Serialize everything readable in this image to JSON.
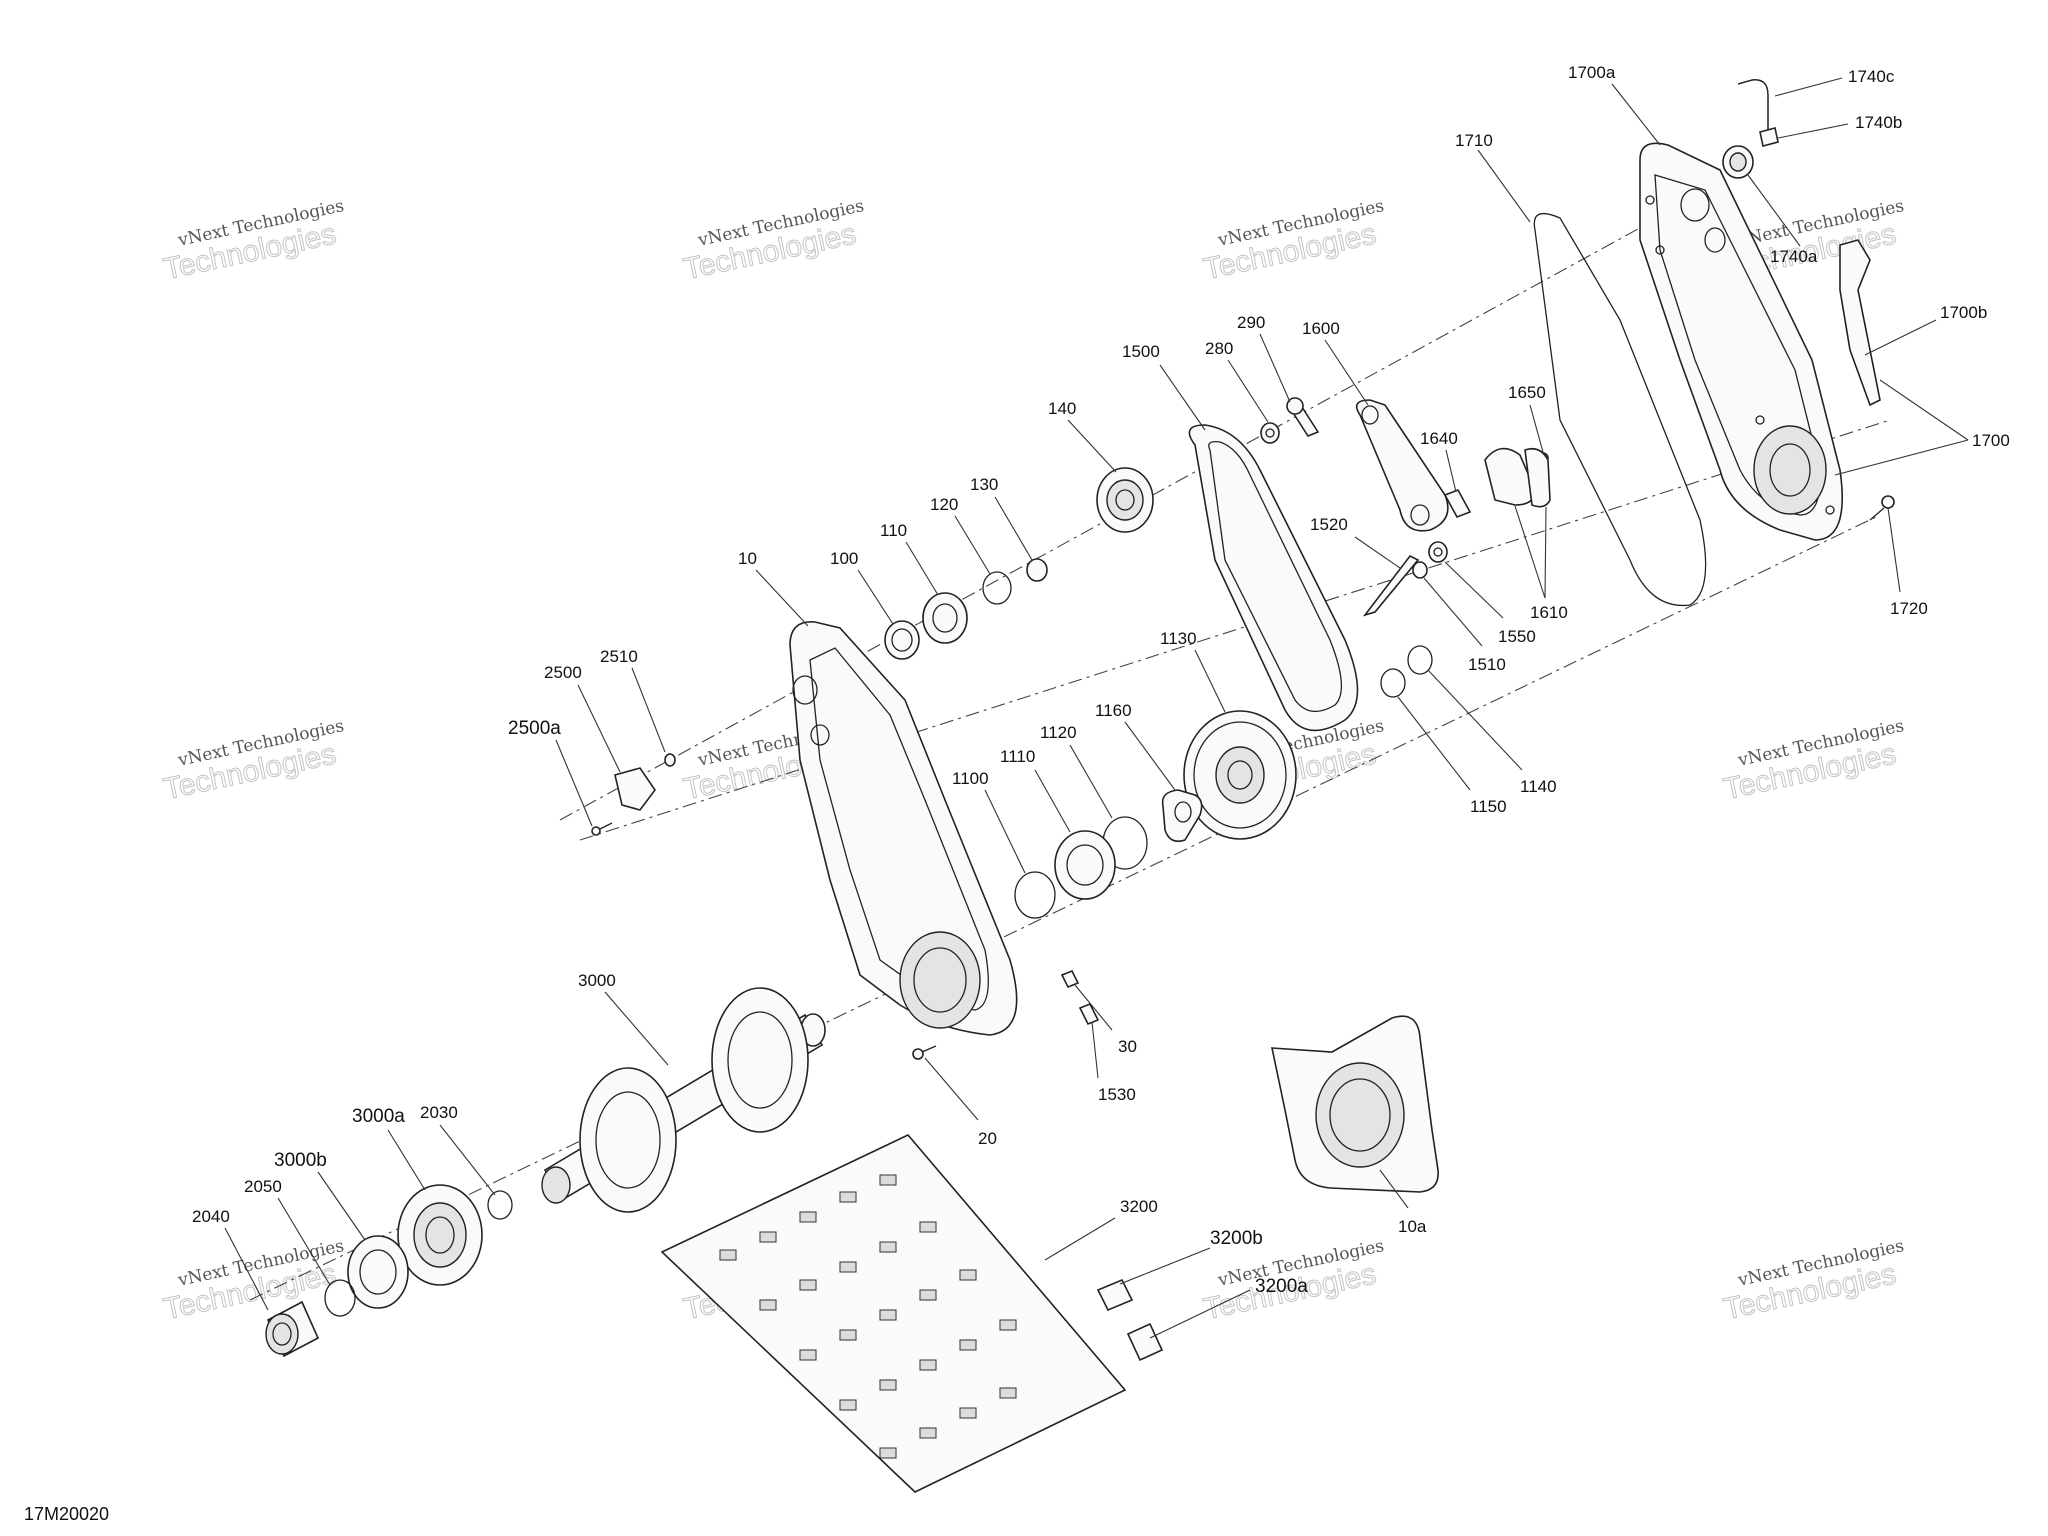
{
  "drawing_code": "17M20020",
  "watermark": {
    "line1": "vNext Technologies",
    "line2": "Technologies"
  },
  "callouts": [
    {
      "id": "c1700a",
      "text": "1700a"
    },
    {
      "id": "c1740c",
      "text": "1740c"
    },
    {
      "id": "c1740b",
      "text": "1740b"
    },
    {
      "id": "c1740a",
      "text": "1740a"
    },
    {
      "id": "c1710",
      "text": "1710"
    },
    {
      "id": "c1700b",
      "text": "1700b"
    },
    {
      "id": "c1700",
      "text": "1700"
    },
    {
      "id": "c1720",
      "text": "1720"
    },
    {
      "id": "c290",
      "text": "290"
    },
    {
      "id": "c280",
      "text": "280"
    },
    {
      "id": "c1600",
      "text": "1600"
    },
    {
      "id": "c1500",
      "text": "1500"
    },
    {
      "id": "c1650",
      "text": "1650"
    },
    {
      "id": "c1640",
      "text": "1640"
    },
    {
      "id": "c140",
      "text": "140"
    },
    {
      "id": "c130",
      "text": "130"
    },
    {
      "id": "c120",
      "text": "120"
    },
    {
      "id": "c110",
      "text": "110"
    },
    {
      "id": "c100",
      "text": "100"
    },
    {
      "id": "c10",
      "text": "10"
    },
    {
      "id": "c1520",
      "text": "1520"
    },
    {
      "id": "c1610",
      "text": "1610"
    },
    {
      "id": "c1550",
      "text": "1550"
    },
    {
      "id": "c1510",
      "text": "1510"
    },
    {
      "id": "c1130",
      "text": "1130"
    },
    {
      "id": "c1160",
      "text": "1160"
    },
    {
      "id": "c1120",
      "text": "1120"
    },
    {
      "id": "c1110",
      "text": "1110"
    },
    {
      "id": "c1100",
      "text": "1100"
    },
    {
      "id": "c1140",
      "text": "1140"
    },
    {
      "id": "c1150",
      "text": "1150"
    },
    {
      "id": "c2500",
      "text": "2500"
    },
    {
      "id": "c2510",
      "text": "2510"
    },
    {
      "id": "c2500a",
      "text": "2500a"
    },
    {
      "id": "c3000",
      "text": "3000"
    },
    {
      "id": "c30",
      "text": "30"
    },
    {
      "id": "c1530",
      "text": "1530"
    },
    {
      "id": "c20",
      "text": "20"
    },
    {
      "id": "c10a",
      "text": "10a"
    },
    {
      "id": "c3000a",
      "text": "3000a"
    },
    {
      "id": "c2030",
      "text": "2030"
    },
    {
      "id": "c3000b",
      "text": "3000b"
    },
    {
      "id": "c2050",
      "text": "2050"
    },
    {
      "id": "c2040",
      "text": "2040"
    },
    {
      "id": "c3200",
      "text": "3200"
    },
    {
      "id": "c3200b",
      "text": "3200b"
    },
    {
      "id": "c3200a",
      "text": "3200a"
    }
  ]
}
